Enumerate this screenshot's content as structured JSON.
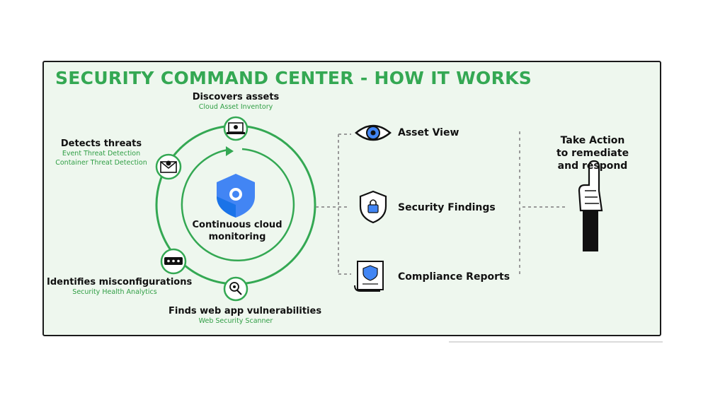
{
  "title": "SECURITY COMMAND CENTER - HOW IT WORKS",
  "center": {
    "line1": "Continuous cloud",
    "line2": "monitoring",
    "icon": "shield-logo-icon"
  },
  "cycle": [
    {
      "title": "Discovers assets",
      "subs": [
        "Cloud Asset Inventory"
      ],
      "icon": "laptop-bug-icon"
    },
    {
      "title": "Detects threats",
      "subs": [
        "Event Threat Detection",
        "Container Threat Detection"
      ],
      "icon": "envelope-skull-icon"
    },
    {
      "title": "Identifies misconfigurations",
      "subs": [
        "Security Health Analytics"
      ],
      "icon": "password-field-icon"
    },
    {
      "title": "Finds web app vulnerabilities",
      "subs": [
        "Web Security Scanner"
      ],
      "icon": "magnifier-bug-icon"
    }
  ],
  "outputs": [
    {
      "label": "Asset View",
      "icon": "eye-icon"
    },
    {
      "label": "Security Findings",
      "icon": "shield-lock-icon"
    },
    {
      "label": "Compliance Reports",
      "icon": "scroll-shield-icon"
    }
  ],
  "action": {
    "line1": "Take Action",
    "line2": "to remediate",
    "line3": "and respond",
    "icon": "raised-hand-icon"
  },
  "colors": {
    "green": "#34a853",
    "blue": "#4285f4",
    "panel": "#eef7ee",
    "ink": "#1a1a1a"
  }
}
